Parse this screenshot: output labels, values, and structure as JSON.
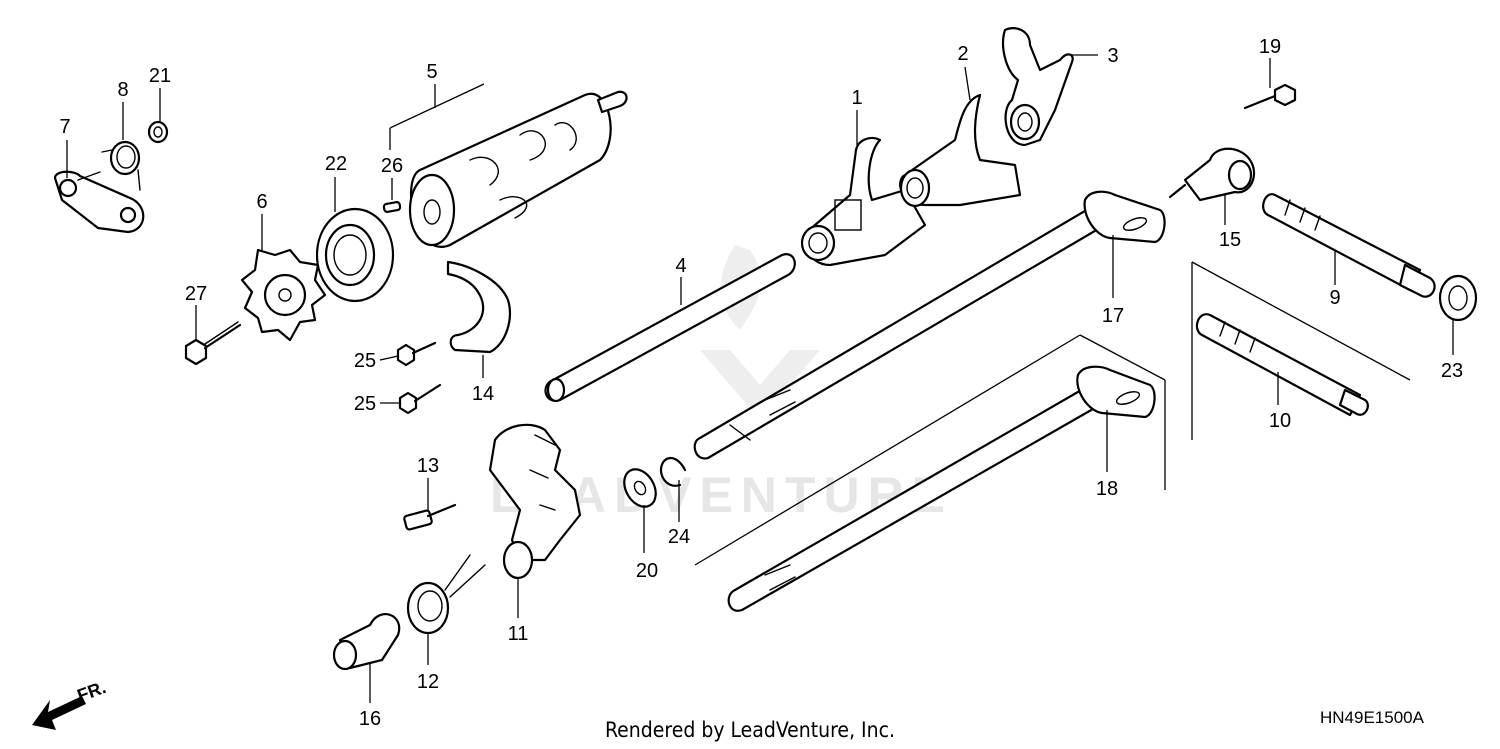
{
  "diagram": {
    "callouts": [
      "1",
      "2",
      "3",
      "4",
      "5",
      "6",
      "7",
      "8",
      "9",
      "10",
      "11",
      "12",
      "13",
      "14",
      "15",
      "16",
      "17",
      "18",
      "19",
      "20",
      "21",
      "22",
      "23",
      "24",
      "25",
      "25",
      "26",
      "27"
    ],
    "front_indicator": "FR.",
    "watermark": "LEADVENTURE",
    "diagram_code": "HN49E1500A",
    "footer": "Rendered by LeadVenture, Inc."
  }
}
